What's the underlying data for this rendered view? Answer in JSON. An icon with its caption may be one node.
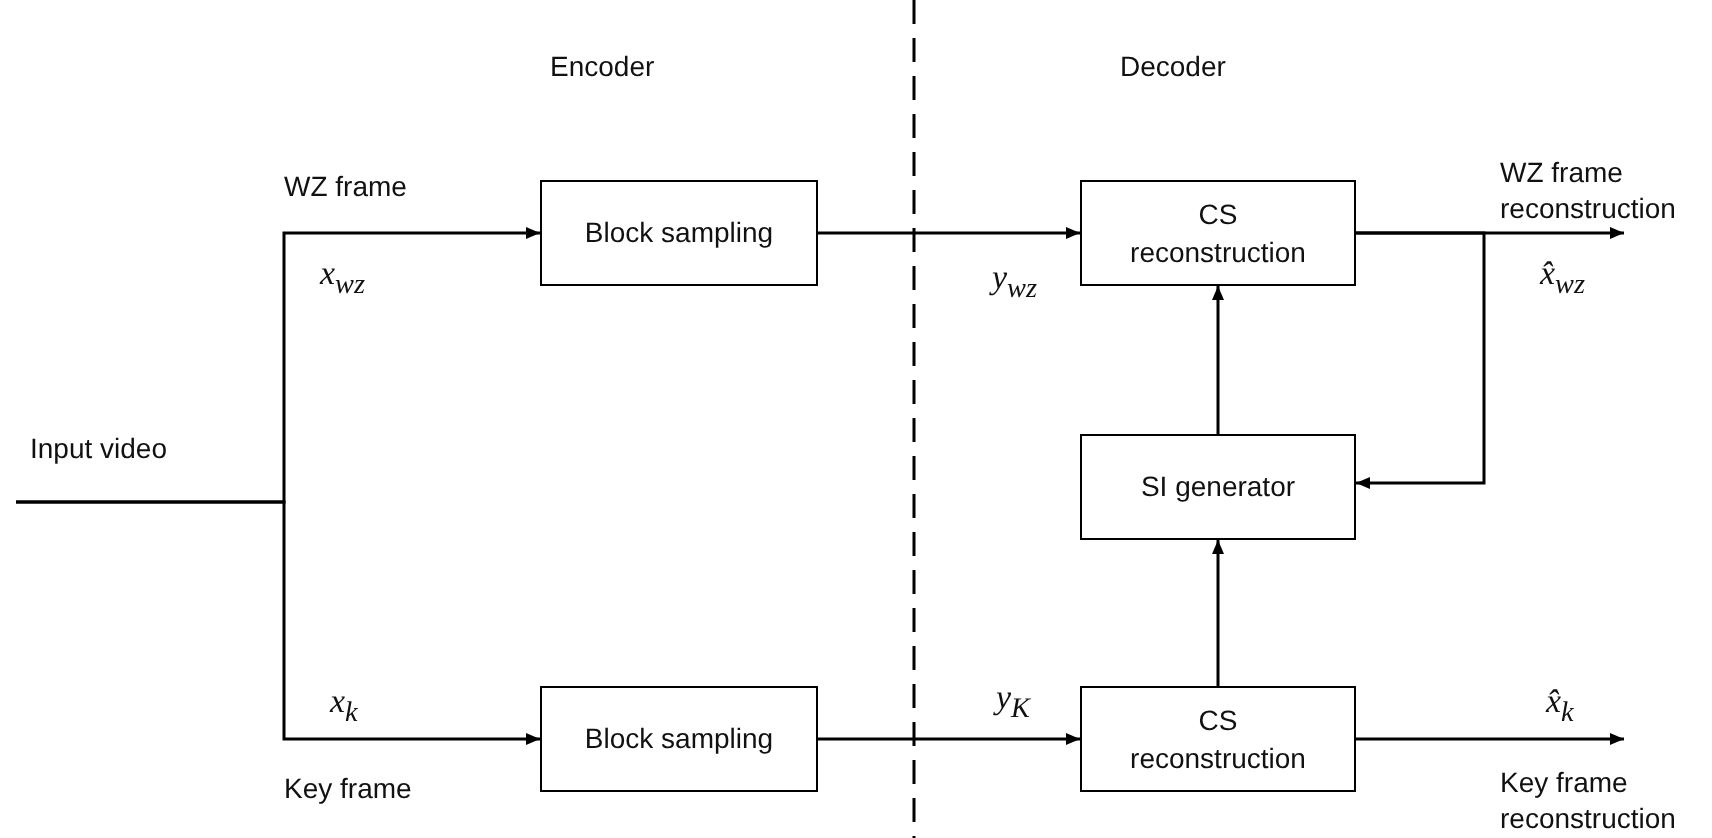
{
  "diagram": {
    "nodes": [
      {
        "text": [
          "Block sampling"
        ]
      },
      {
        "text": [
          "Block sampling"
        ]
      },
      {
        "text": [
          "CS reconstruction"
        ]
      },
      {
        "text": [
          "SI generator"
        ]
      },
      {
        "text": [
          "CS reconstruction"
        ]
      },
      {
        "text": [
          "WZ frame reconstruction"
        ]
      },
      {
        "text": [
          "Key frame reconstruction"
        ]
      }
    ],
    "edges": [
      {
        "from": null,
        "to": 0,
        "arrow": "to",
        "label": "x$_{wz}$"
      },
      {
        "from": null,
        "to": 1,
        "arrow": "to",
        "label": "x$_{k}$"
      },
      {
        "from": 0,
        "to": 2,
        "arrow": "to",
        "label": "y$_{wz}$"
      },
      {
        "from": 1,
        "to": 4,
        "arrow": "to",
        "label": "y$_{K}$"
      },
      {
        "from": 3,
        "to": 2,
        "arrow": "to"
      },
      {
        "from": 4,
        "to": 3,
        "arrow": "to"
      },
      {
        "from": 2,
        "to": 5,
        "arrow": "to",
        "label": "x̂$_{wz}$"
      },
      {
        "from": 2,
        "to": 3,
        "arrow": "to"
      },
      {
        "from": 4,
        "to": 6,
        "arrow": "to",
        "label": "x̂$_{k}$"
      }
    ],
    "labels": [
      "Encoder",
      "Decoder",
      "WZ frame",
      "Input video",
      "Key frame"
    ]
  }
}
